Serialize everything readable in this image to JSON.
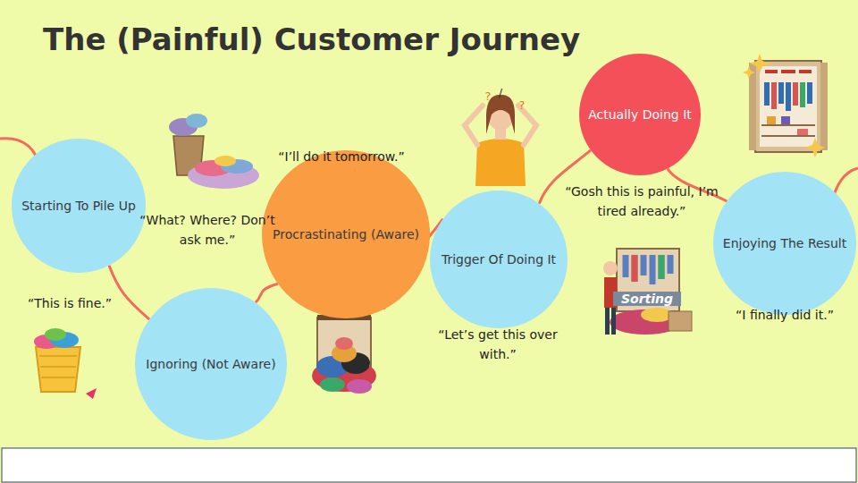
{
  "diagram": {
    "title": "The (Painful) Customer Journey",
    "nodes": [
      {
        "text": [
          "Starting To Pile Up"
        ]
      },
      {
        "text": [
          "Ignoring (Not Aware)"
        ]
      },
      {
        "text": [
          "Procrastinating (Aware)"
        ]
      },
      {
        "text": [
          "Trigger Of Doing It"
        ]
      },
      {
        "text": [
          "Actually Doing It"
        ]
      },
      {
        "text": [
          "Enjoying The Result"
        ]
      }
    ],
    "edges": [
      {
        "from": 0,
        "to": 1,
        "arrow": "none"
      },
      {
        "from": 1,
        "to": 2,
        "arrow": "none"
      },
      {
        "from": 2,
        "to": 3,
        "arrow": "none"
      },
      {
        "from": 3,
        "to": 4,
        "arrow": "none"
      },
      {
        "from": 4,
        "to": 5,
        "arrow": "none"
      }
    ],
    "labels": [
      "“This is fine.”",
      "“What? Where? Don’t ask me.”",
      "“I’ll do it tomorrow.”",
      "“Let’s get this over with.”",
      "“Gosh this is painful, I’m tired already.”",
      "“I finally did it.”",
      "?",
      "/",
      "?",
      "Sorting"
    ]
  }
}
